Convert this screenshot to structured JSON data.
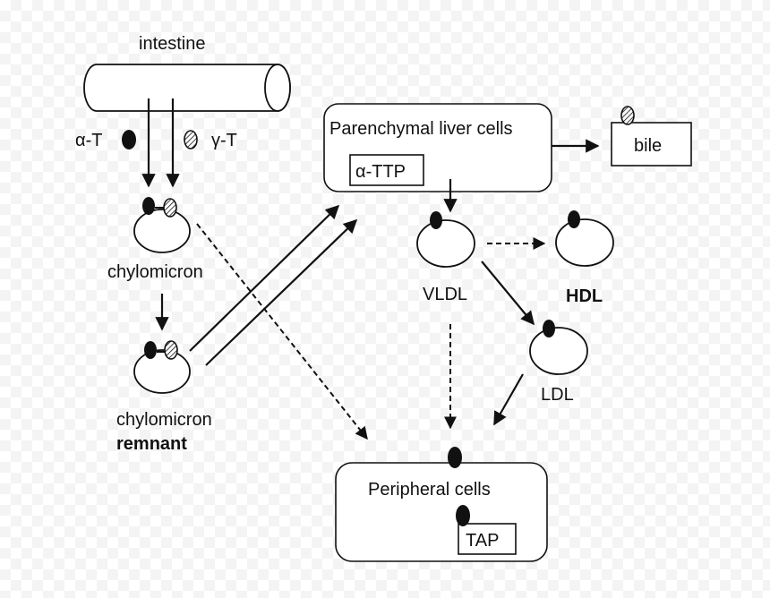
{
  "labels": {
    "intestine": "intestine",
    "alpha_t": "α-T",
    "gamma_t": "γ-T",
    "chylomicron": "chylomicron",
    "chylomicron_remnant_line1": "chylomicron",
    "chylomicron_remnant_line2": "remnant",
    "liver": "Parenchymal liver cells",
    "alpha_ttp": "α-TTP",
    "bile": "bile",
    "vldl": "VLDL",
    "hdl": "HDL",
    "ldl": "LDL",
    "peripheral": "Peripheral cells",
    "tap": "TAP"
  },
  "legend": {
    "alpha_t_marker": "solid black oval",
    "gamma_t_marker": "hatched oval"
  },
  "colors": {
    "ink": "#111111",
    "fill": "#ffffff"
  }
}
